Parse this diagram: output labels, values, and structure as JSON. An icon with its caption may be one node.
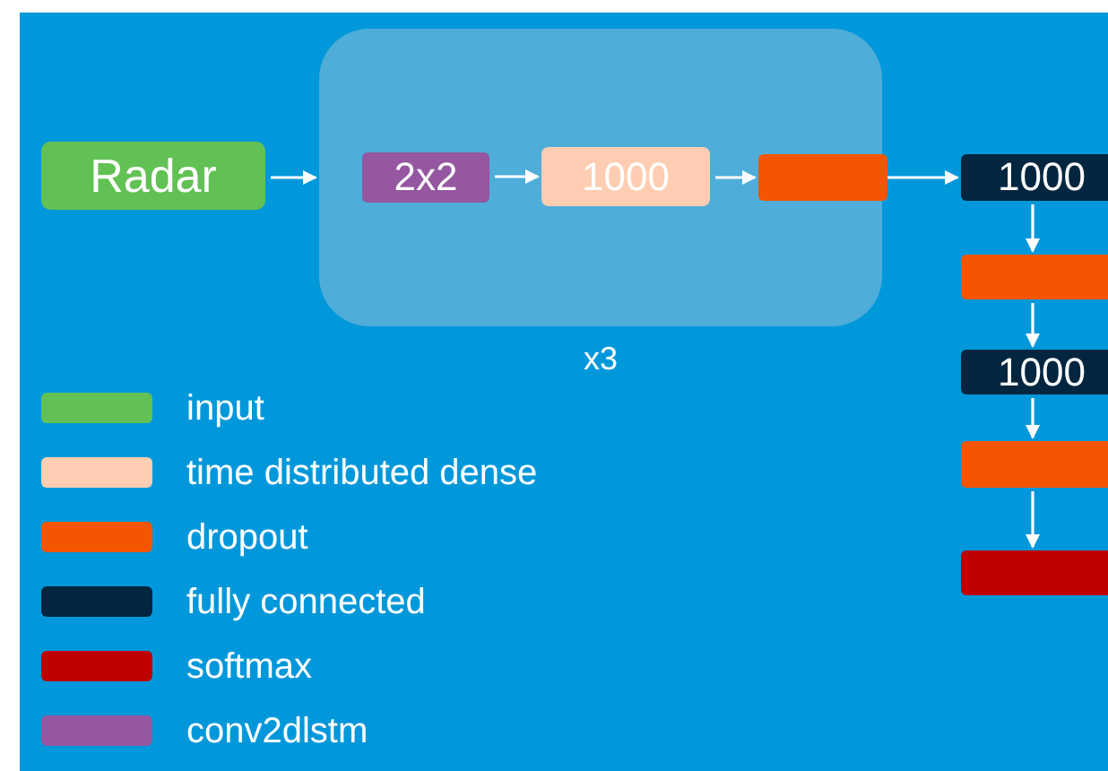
{
  "diagram": {
    "nodes": [
      {
        "text": [
          "Radar"
        ]
      },
      {
        "text": [
          "x3"
        ]
      },
      {
        "text": [
          "2x2"
        ],
        "in": 1
      },
      {
        "text": [
          "1000"
        ],
        "in": 1
      },
      {
        "text": [],
        "shape": "bar",
        "in": 1
      },
      {
        "text": [
          "1000"
        ]
      },
      {
        "text": [],
        "shape": "bar"
      },
      {
        "text": [
          "1000"
        ]
      },
      {
        "text": [],
        "shape": "bar"
      },
      {
        "text": [],
        "shape": "bar"
      }
    ],
    "edges": [
      {
        "from": 0,
        "to": 1,
        "arrow": "to"
      },
      {
        "from": 2,
        "to": 3,
        "arrow": "to"
      },
      {
        "from": 3,
        "to": 4,
        "arrow": "to"
      },
      {
        "from": 1,
        "to": 5,
        "arrow": "to"
      },
      {
        "from": 5,
        "to": 6,
        "arrow": "to"
      },
      {
        "from": 6,
        "to": 7,
        "arrow": "to"
      },
      {
        "from": 7,
        "to": 8,
        "arrow": "to"
      },
      {
        "from": 8,
        "to": 9,
        "arrow": "to"
      }
    ],
    "legend": [
      {
        "text": "input",
        "color": "#62c154"
      },
      {
        "text": "time distributed dense",
        "color": "#ffcdb2"
      },
      {
        "text": "dropout",
        "color": "#f55500"
      },
      {
        "text": "fully connected",
        "color": "#02263f"
      },
      {
        "text": "softmax",
        "color": "#c00000"
      },
      {
        "text": "conv2dlstm",
        "color": "#9457a0"
      }
    ]
  }
}
